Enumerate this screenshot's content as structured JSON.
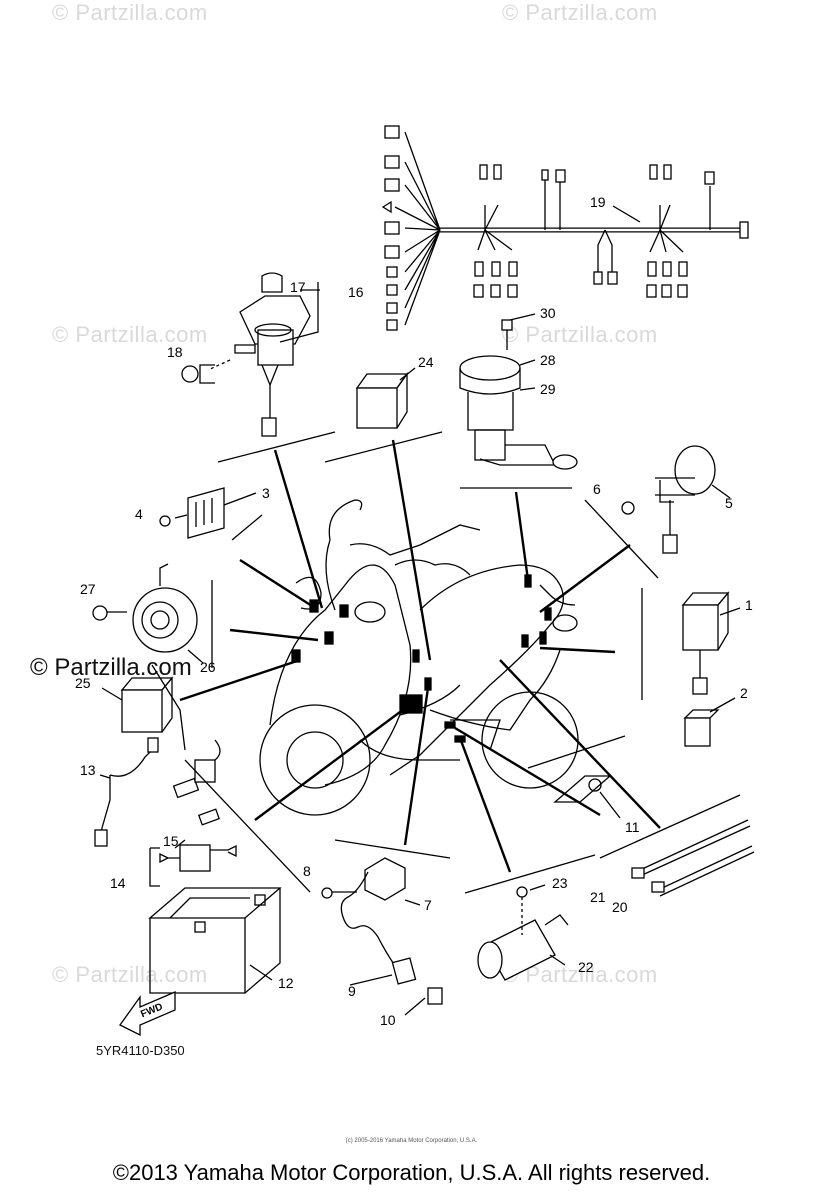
{
  "watermark": "© Partzilla.com",
  "watermark_mark": "© Partzilla.com",
  "fwd_label": "FWD",
  "diagram_code": "5YR4110-D350",
  "copyright_small": "(c) 2005-2016 Yamaha Motor Corporation, U.S.A.",
  "copyright": "©2013 Yamaha Motor Corporation, U.S.A. All rights reserved.",
  "callouts": {
    "c1": "1",
    "c2": "2",
    "c3": "3",
    "c4": "4",
    "c5": "5",
    "c6": "6",
    "c7": "7",
    "c8": "8",
    "c9": "9",
    "c10": "10",
    "c11": "11",
    "c12": "12",
    "c13": "13",
    "c14": "14",
    "c15": "15",
    "c16": "16",
    "c17": "17",
    "c18": "18",
    "c19": "19",
    "c20": "20",
    "c21": "21",
    "c22": "22",
    "c23": "23",
    "c24": "24",
    "c25": "25",
    "c26": "26",
    "c27": "27",
    "c28": "28",
    "c29": "29",
    "c30": "30"
  }
}
